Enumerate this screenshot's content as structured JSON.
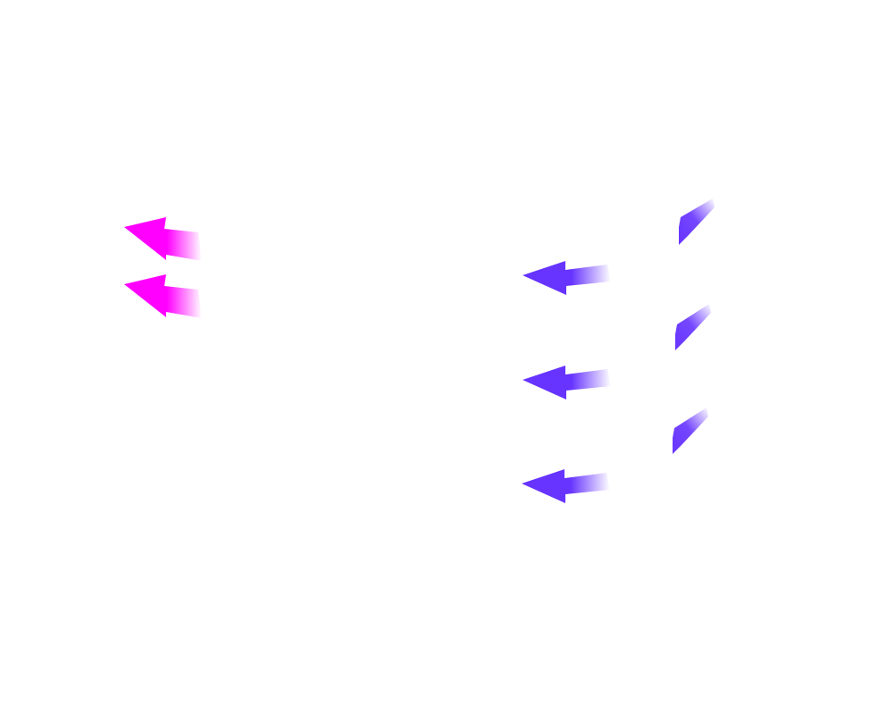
{
  "colors": {
    "background": "#ffffff",
    "magenta": "#ff00ff",
    "violet": "#6633ff"
  },
  "left_group": {
    "arrows": [
      {
        "icon": "arrow-left-icon",
        "color": "magenta"
      },
      {
        "icon": "arrow-left-icon",
        "color": "magenta"
      }
    ]
  },
  "right_group": {
    "arrows": [
      {
        "icon": "arrow-left-icon",
        "color": "violet"
      },
      {
        "icon": "arrow-left-icon",
        "color": "violet"
      },
      {
        "icon": "arrow-left-icon",
        "color": "violet"
      }
    ],
    "streaks": [
      {
        "icon": "diagonal-streak-icon",
        "color": "violet"
      },
      {
        "icon": "diagonal-streak-icon",
        "color": "violet"
      },
      {
        "icon": "diagonal-streak-icon",
        "color": "violet"
      }
    ]
  }
}
